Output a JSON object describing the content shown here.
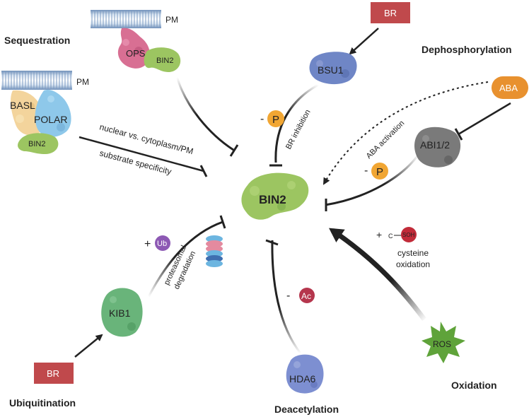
{
  "headings": {
    "sequestration": "Sequestration",
    "dephosphorylation": "Dephosphorylation",
    "ubiquitination": "Ubiquitination",
    "deacetylation": "Deacetylation",
    "oxidation": "Oxidation"
  },
  "membranes": {
    "pm_top": "PM",
    "pm_left": "PM"
  },
  "proteins": {
    "bin2_center": "BIN2",
    "ops": "OPS",
    "bin2_ops": "BIN2",
    "basl": "BASL",
    "polar": "POLAR",
    "bin2_polar": "BIN2",
    "bsu1": "BSU1",
    "abi": "ABI1/2",
    "kib1": "KIB1",
    "hda6": "HDA6"
  },
  "signals": {
    "br_top": "BR",
    "br_bottom": "BR",
    "aba": "ABA",
    "ros": "ROS"
  },
  "modifications": {
    "minus_p1": "-",
    "p1": "P",
    "minus_p2": "-",
    "p2": "P",
    "plus_ub": "+",
    "ub": "Ub",
    "minus_ac": "-",
    "ac": "Ac",
    "plus_soh": "+",
    "c_soh": "C",
    "soh": "SOH"
  },
  "edge_labels": {
    "nuclear": "nuclear vs. cytoplasm/PM",
    "substrate": "substrate specificity",
    "br_inhibition": "BR inhibition",
    "aba_activation": "ABA activation",
    "proteasomal": "proteasomal",
    "degradation": "degradation",
    "cysteine": "cysteine",
    "oxidation_lbl": "oxidation"
  },
  "colors": {
    "bin2_green": "#9cc561",
    "ops_pink": "#d86f93",
    "basl_beige": "#f3d49c",
    "polar_blue": "#8ec8ea",
    "bsu1_blue": "#6f86c6",
    "abi_grey": "#7a7a7a",
    "kib1_green": "#69b47a",
    "hda6_blue": "#7d8fd1",
    "br_red": "#c0494c",
    "aba_orange": "#e8912f",
    "ros_green": "#5fa33a",
    "p_orange": "#f1a633",
    "ub_purple": "#8d59b4",
    "ac_red": "#b5364d",
    "soh_red": "#c12b39"
  }
}
